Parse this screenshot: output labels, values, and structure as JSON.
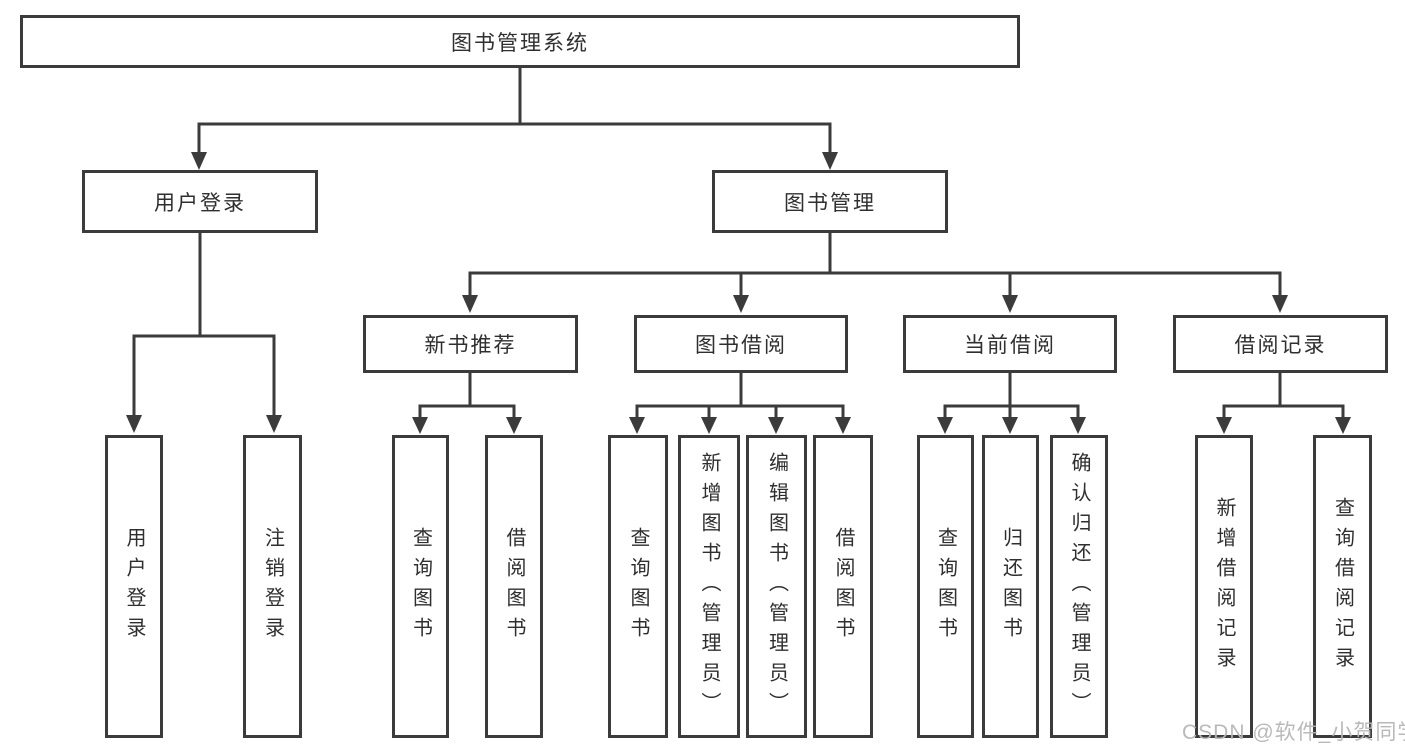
{
  "colors": {
    "line": "#3b3b3b",
    "text": "#2f2f2f",
    "watermark": "#b6b6b6",
    "background": "#ffffff"
  },
  "tree": {
    "root": "图书管理系统",
    "user_login": {
      "label": "用户登录",
      "leaves": [
        "用户登录",
        "注销登录"
      ]
    },
    "book_management": {
      "label": "图书管理",
      "sections": {
        "new_books": {
          "label": "新书推荐",
          "leaves": [
            "查询图书",
            "借阅图书"
          ]
        },
        "book_borrow": {
          "label": "图书借阅",
          "leaves": [
            "查询图书",
            "新增图书（管理员）",
            "编辑图书（管理员）",
            "借阅图书"
          ]
        },
        "current_borrow": {
          "label": "当前借阅",
          "leaves": [
            "查询图书",
            "归还图书",
            "确认归还（管理员）"
          ]
        },
        "borrow_records": {
          "label": "借阅记录",
          "leaves": [
            "新增借阅记录",
            "查询借阅记录"
          ]
        }
      }
    }
  },
  "watermark": "CSDN @软件_小贺同学"
}
